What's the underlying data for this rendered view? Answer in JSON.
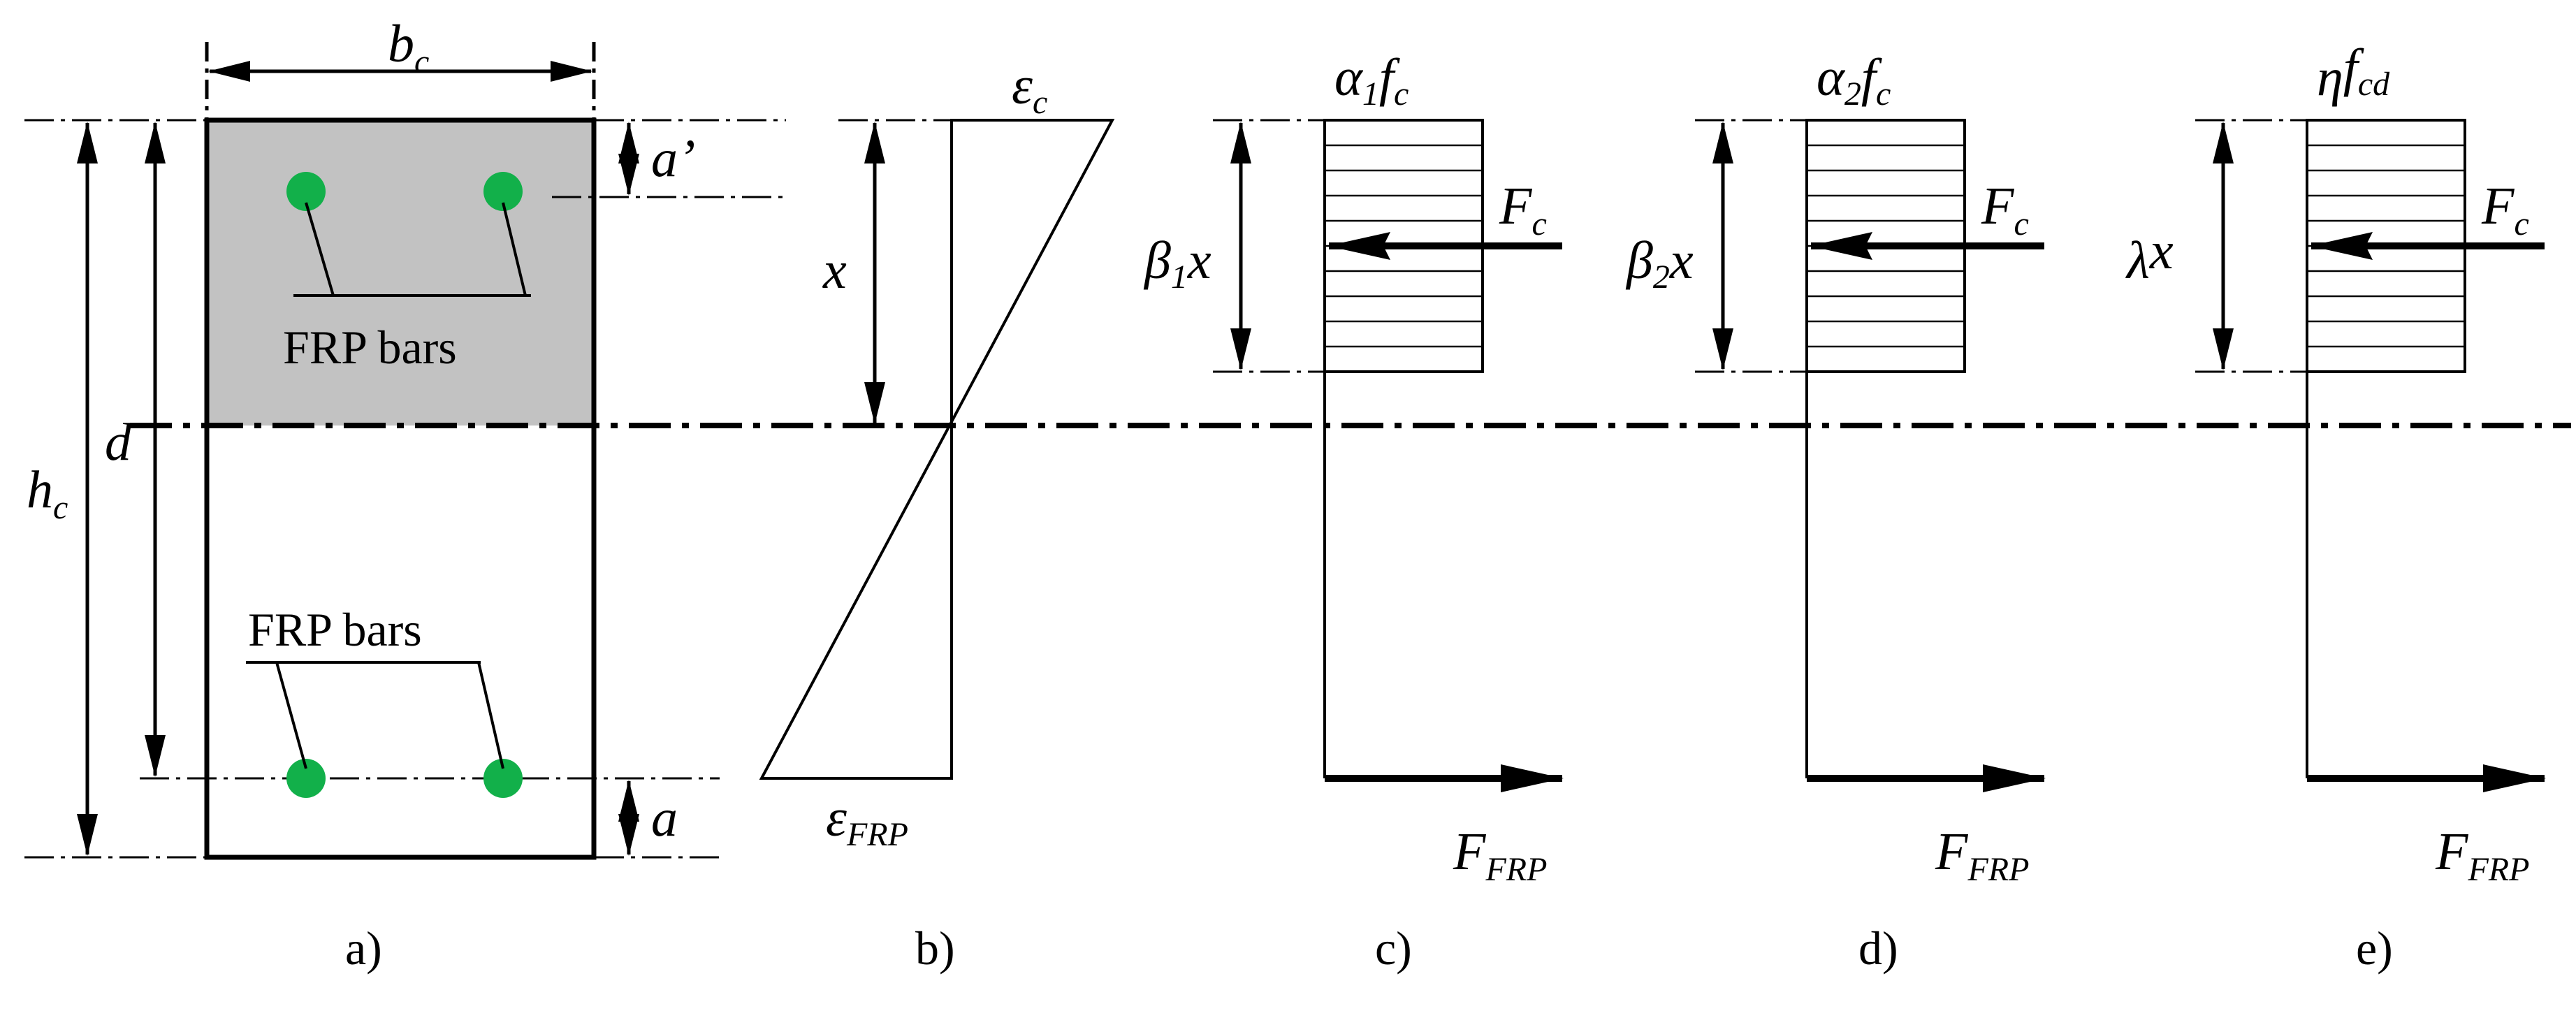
{
  "section": {
    "width_label": "b",
    "width_sub": "c",
    "height_label": "h",
    "height_sub": "c",
    "depth_label": "d",
    "top_cover_label": "a’",
    "bottom_cover_label": "a",
    "bars_top_label": "FRP bars",
    "bars_bottom_label": "FRP bars",
    "bar_color": "#12b04a",
    "compression_fill": "#c2c2c2"
  },
  "strain": {
    "top_label": "ε",
    "top_sub": "c",
    "bottom_label": "ε",
    "bottom_sub": "FRP",
    "x_label": "x"
  },
  "stress_blocks": [
    {
      "top_greek": "α",
      "top_greek_sub": "1",
      "top_f": "f",
      "top_f_sub": "c",
      "depth_greek": "β",
      "depth_greek_sub": "1",
      "depth_x": "x",
      "force_top": "F",
      "force_top_sub": "c",
      "force_bottom": "F",
      "force_bottom_sub": "FRP"
    },
    {
      "top_greek": "α",
      "top_greek_sub": "2",
      "top_f": "f",
      "top_f_sub": "c",
      "depth_greek": "β",
      "depth_greek_sub": "2",
      "depth_x": "x",
      "force_top": "F",
      "force_top_sub": "c",
      "force_bottom": "F",
      "force_bottom_sub": "FRP"
    },
    {
      "top_greek": "η",
      "top_greek_sub": "",
      "top_f": "f",
      "top_f_sub": "cd",
      "depth_greek": "λ",
      "depth_greek_sub": "",
      "depth_x": "x",
      "force_top": "F",
      "force_top_sub": "c",
      "force_bottom": "F",
      "force_bottom_sub": "FRP"
    }
  ],
  "panel_labels": [
    "a)",
    "b)",
    "c)",
    "d)",
    "e)"
  ]
}
